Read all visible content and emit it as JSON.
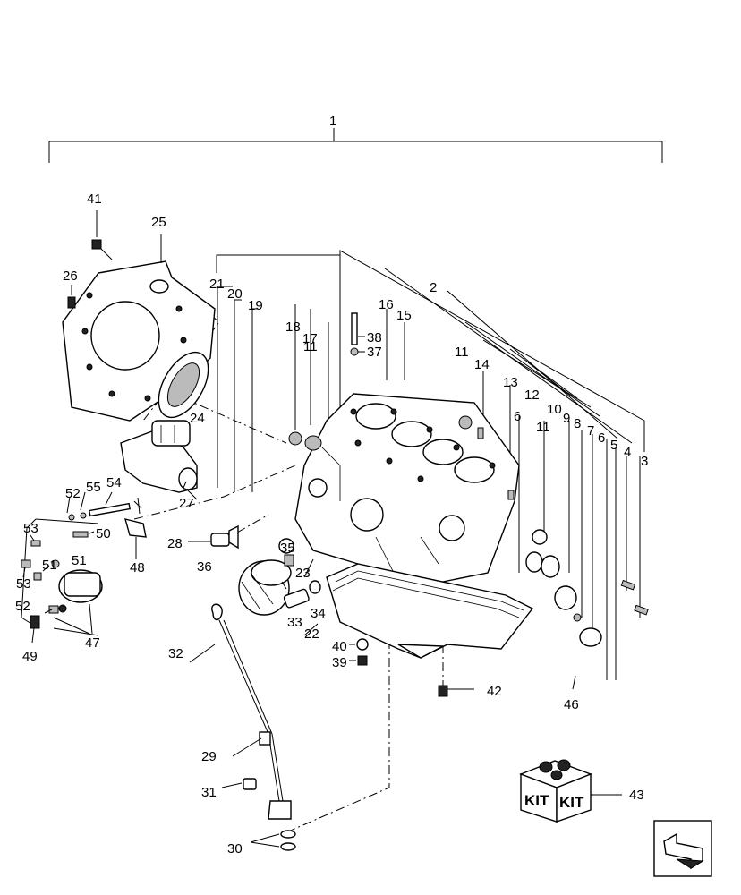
{
  "callouts": {
    "c1": "1",
    "c2": "2",
    "c3": "3",
    "c4": "4",
    "c5": "5",
    "c6a": "6",
    "c6b": "6",
    "c7": "7",
    "c8": "8",
    "c9": "9",
    "c10": "10",
    "c11a": "11",
    "c11b": "11",
    "c11c": "11",
    "c12": "12",
    "c13": "13",
    "c14": "14",
    "c15": "15",
    "c16": "16",
    "c17": "17",
    "c18": "18",
    "c19": "19",
    "c20": "20",
    "c21": "21",
    "c22": "22",
    "c23": "23",
    "c24": "24",
    "c25": "25",
    "c26": "26",
    "c27": "27",
    "c28": "28",
    "c29": "29",
    "c30": "30",
    "c31": "31",
    "c32": "32",
    "c33": "33",
    "c34": "34",
    "c35": "35",
    "c36": "36",
    "c37": "37",
    "c38": "38",
    "c39": "39",
    "c40": "40",
    "c41": "41",
    "c42": "42",
    "c43": "43",
    "c46": "46",
    "c47": "47",
    "c48": "48",
    "c49": "49",
    "c50": "50",
    "c51a": "51",
    "c51b": "51",
    "c52a": "52",
    "c52b": "52",
    "c53a": "53",
    "c53b": "53",
    "c54": "54",
    "c55": "55"
  },
  "kit": {
    "left_label": "KIT",
    "right_label": "KIT"
  }
}
